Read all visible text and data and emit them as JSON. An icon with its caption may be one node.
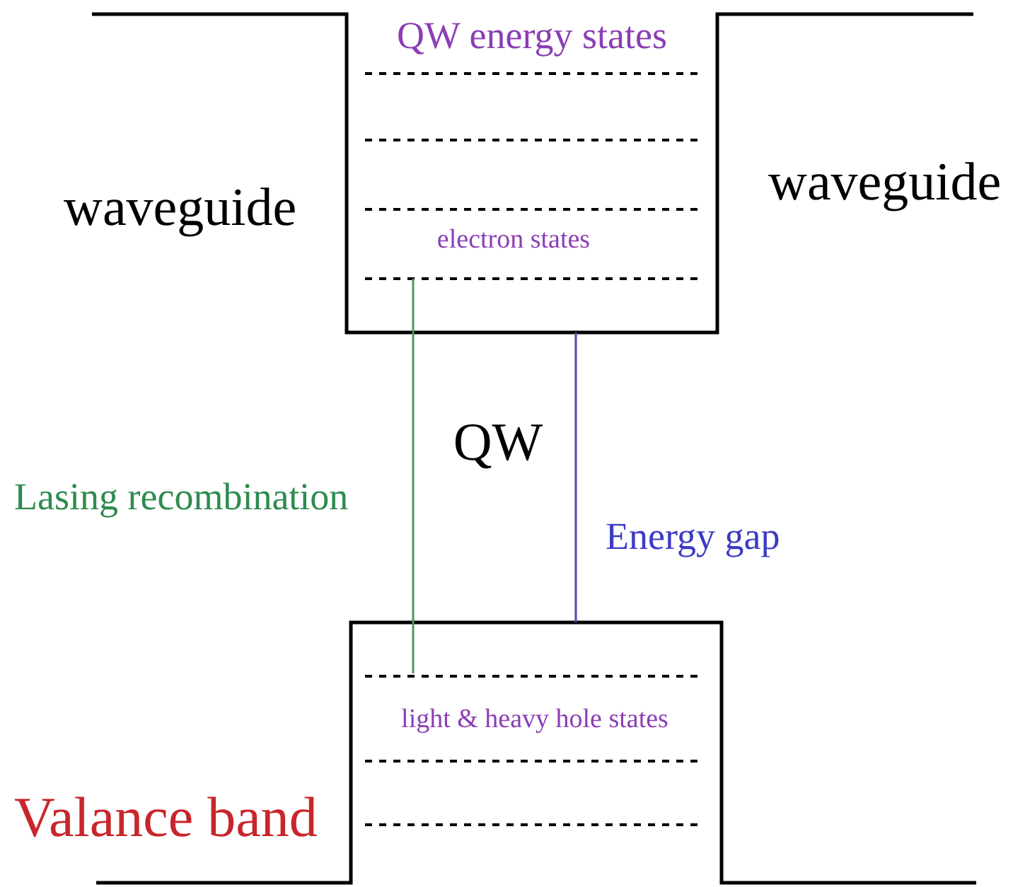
{
  "diagram": {
    "labels": [
      "QW energy states",
      "waveguide",
      "waveguide",
      "electron states",
      "QW",
      "Lasing recombination",
      "Energy gap",
      "light & heavy hole states",
      "Valance band"
    ]
  }
}
